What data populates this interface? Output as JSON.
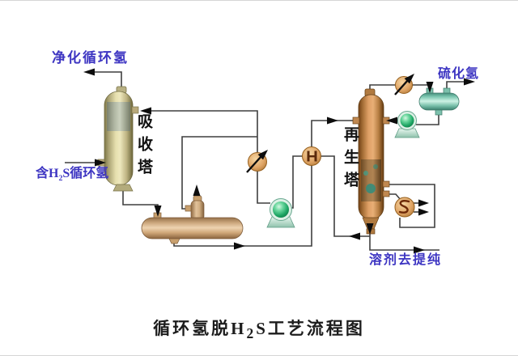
{
  "title": {
    "pre": "循环氢脱H",
    "sub": "2",
    "post": "S工艺流程图"
  },
  "streams": {
    "purified_recycle_h2": "净化循环氢",
    "feed": {
      "pre": "含H",
      "sub": "2",
      "post": "S循环氢"
    },
    "h2s_product": "硫化氢",
    "solvent_to_purification": "溶剂去提纯"
  },
  "equipment": {
    "absorber": "吸收塔",
    "regenerator": "再生塔"
  },
  "icons": {
    "absorber_tower": "absorber-tower-vessel",
    "flash_drum": "horizontal-flash-drum",
    "flash_scrubber": "small-vertical-scrubber",
    "rich_lean_exchanger": "circle-H-exchanger",
    "solvent_cooler": "circle-diagonal-arrow-cooler",
    "solvent_pump": "green-sphere-pump",
    "regenerator_tower": "regenerator-tower-vessel",
    "overhead_condenser": "circle-diagonal-arrow-cooler",
    "reflux_drum": "teal-horizontal-drum",
    "reflux_pump": "green-sphere-pump",
    "reboiler": "circle-coil-reboiler"
  },
  "colors": {
    "background": "#ffffff",
    "label_blue": "#3d35c2",
    "title_color": "#1c1c1c",
    "tower_label_color": "#111111",
    "line_color": "#3f3f3f",
    "arrow_color": "#0d0d0d",
    "absorber_body": "#ddd5a4",
    "regenerator_body": "#d79a5c",
    "flash_drum_body": "#e2bf94",
    "reflux_drum_body": "#9fdcc8",
    "pump_green": "#27a968",
    "exchanger_orange": "#e0a86b"
  }
}
